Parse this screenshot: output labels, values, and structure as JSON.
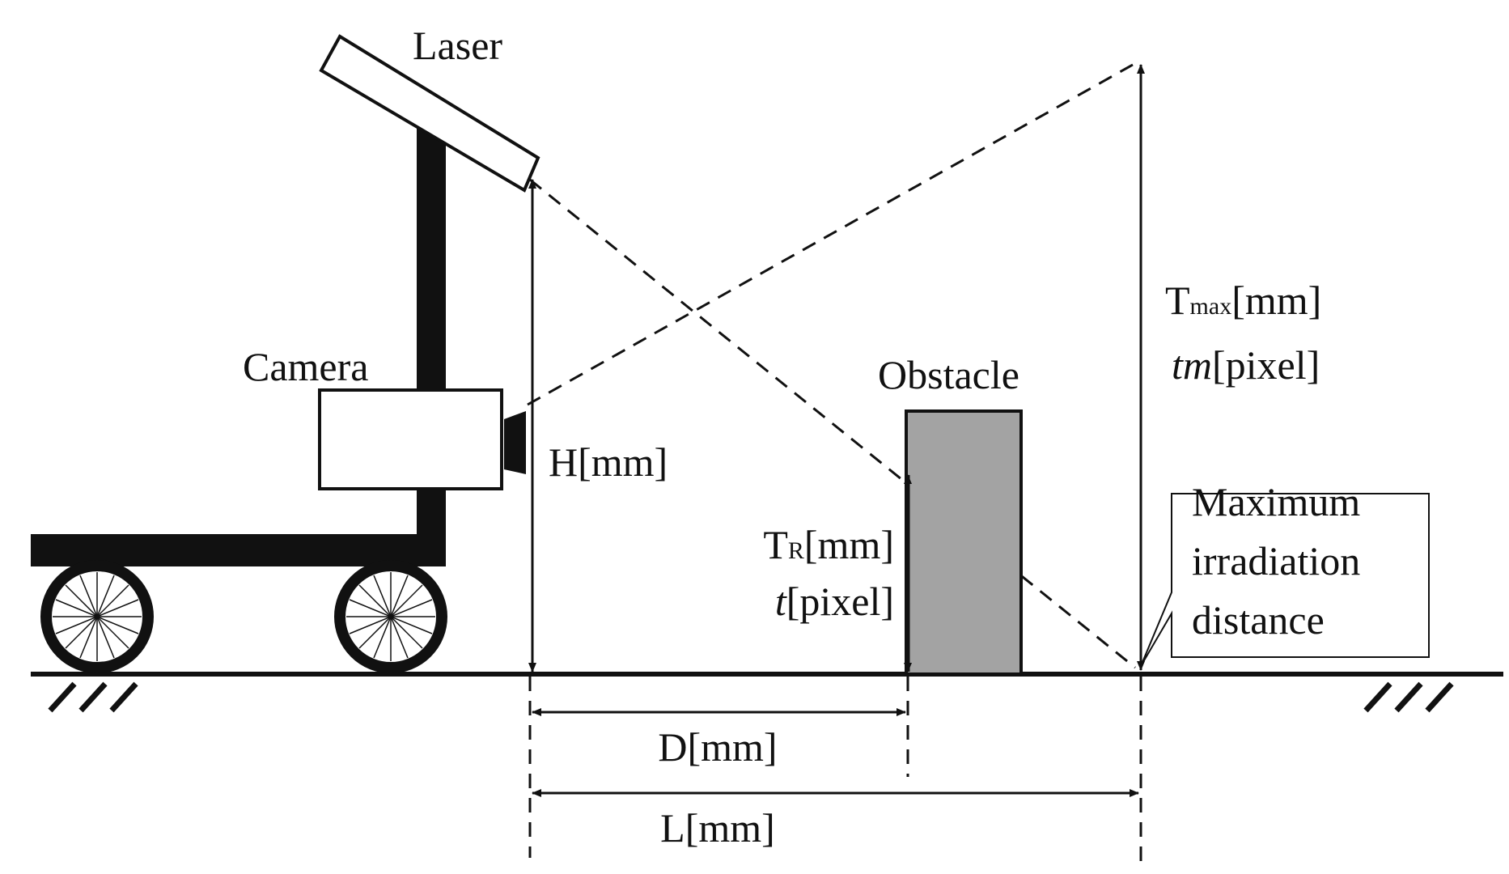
{
  "labels": {
    "laser": "Laser",
    "camera": "Camera",
    "obstacle": "Obstacle",
    "height": "H[mm]",
    "tr_base": "T",
    "tr_sub": "R",
    "tr_unit": "[mm]",
    "t_var": "t",
    "t_unit": "[pixel]",
    "tmax_base": "T",
    "tmax_sub": "max",
    "tmax_unit": "[mm]",
    "tm_var": "tm",
    "tm_unit": "[pixel]",
    "distance_d": "D[mm]",
    "distance_l": "L[mm]",
    "callout": [
      "Maximum",
      "irradiation",
      "distance"
    ]
  }
}
